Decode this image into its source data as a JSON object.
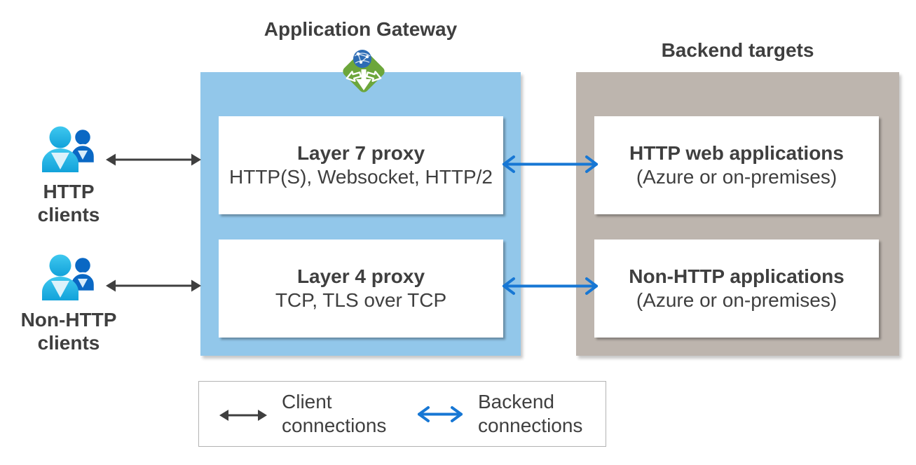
{
  "app_gateway": {
    "title": "Application Gateway",
    "proxies": [
      {
        "name": "Layer 7 proxy",
        "protocols": "HTTP(S), Websocket, HTTP/2"
      },
      {
        "name": "Layer 4 proxy",
        "protocols": "TCP, TLS over TCP"
      }
    ]
  },
  "backend_targets": {
    "title": "Backend targets",
    "targets": [
      {
        "name": "HTTP web applications",
        "location": "(Azure or on-premises)"
      },
      {
        "name": "Non-HTTP applications",
        "location": "(Azure or on-premises)"
      }
    ]
  },
  "clients": [
    {
      "label": "HTTP clients"
    },
    {
      "label": "Non-HTTP clients"
    }
  ],
  "legend": {
    "client_connections": "Client connections",
    "backend_connections": "Backend connections"
  },
  "icons": {
    "gateway": "application-gateway-icon",
    "clients": "users-icon",
    "client_arrow": "double-arrow-solid",
    "backend_arrow": "double-arrow-chevron"
  },
  "colors": {
    "text": "#3f3f3f",
    "gateway_fill": "#92c7ea",
    "backend_fill": "#bdb5ae",
    "card_fill": "#ffffff",
    "client_arrow": "#3f3f3f",
    "backend_arrow": "#1777d4",
    "icon_green": "#6ca63b",
    "globe_blue": "#2d6cb5",
    "person_front_top": "#3fc8ef",
    "person_front_bottom": "#12a2da",
    "person_back": "#0a68c4",
    "legend_border": "#b3b3b3"
  }
}
